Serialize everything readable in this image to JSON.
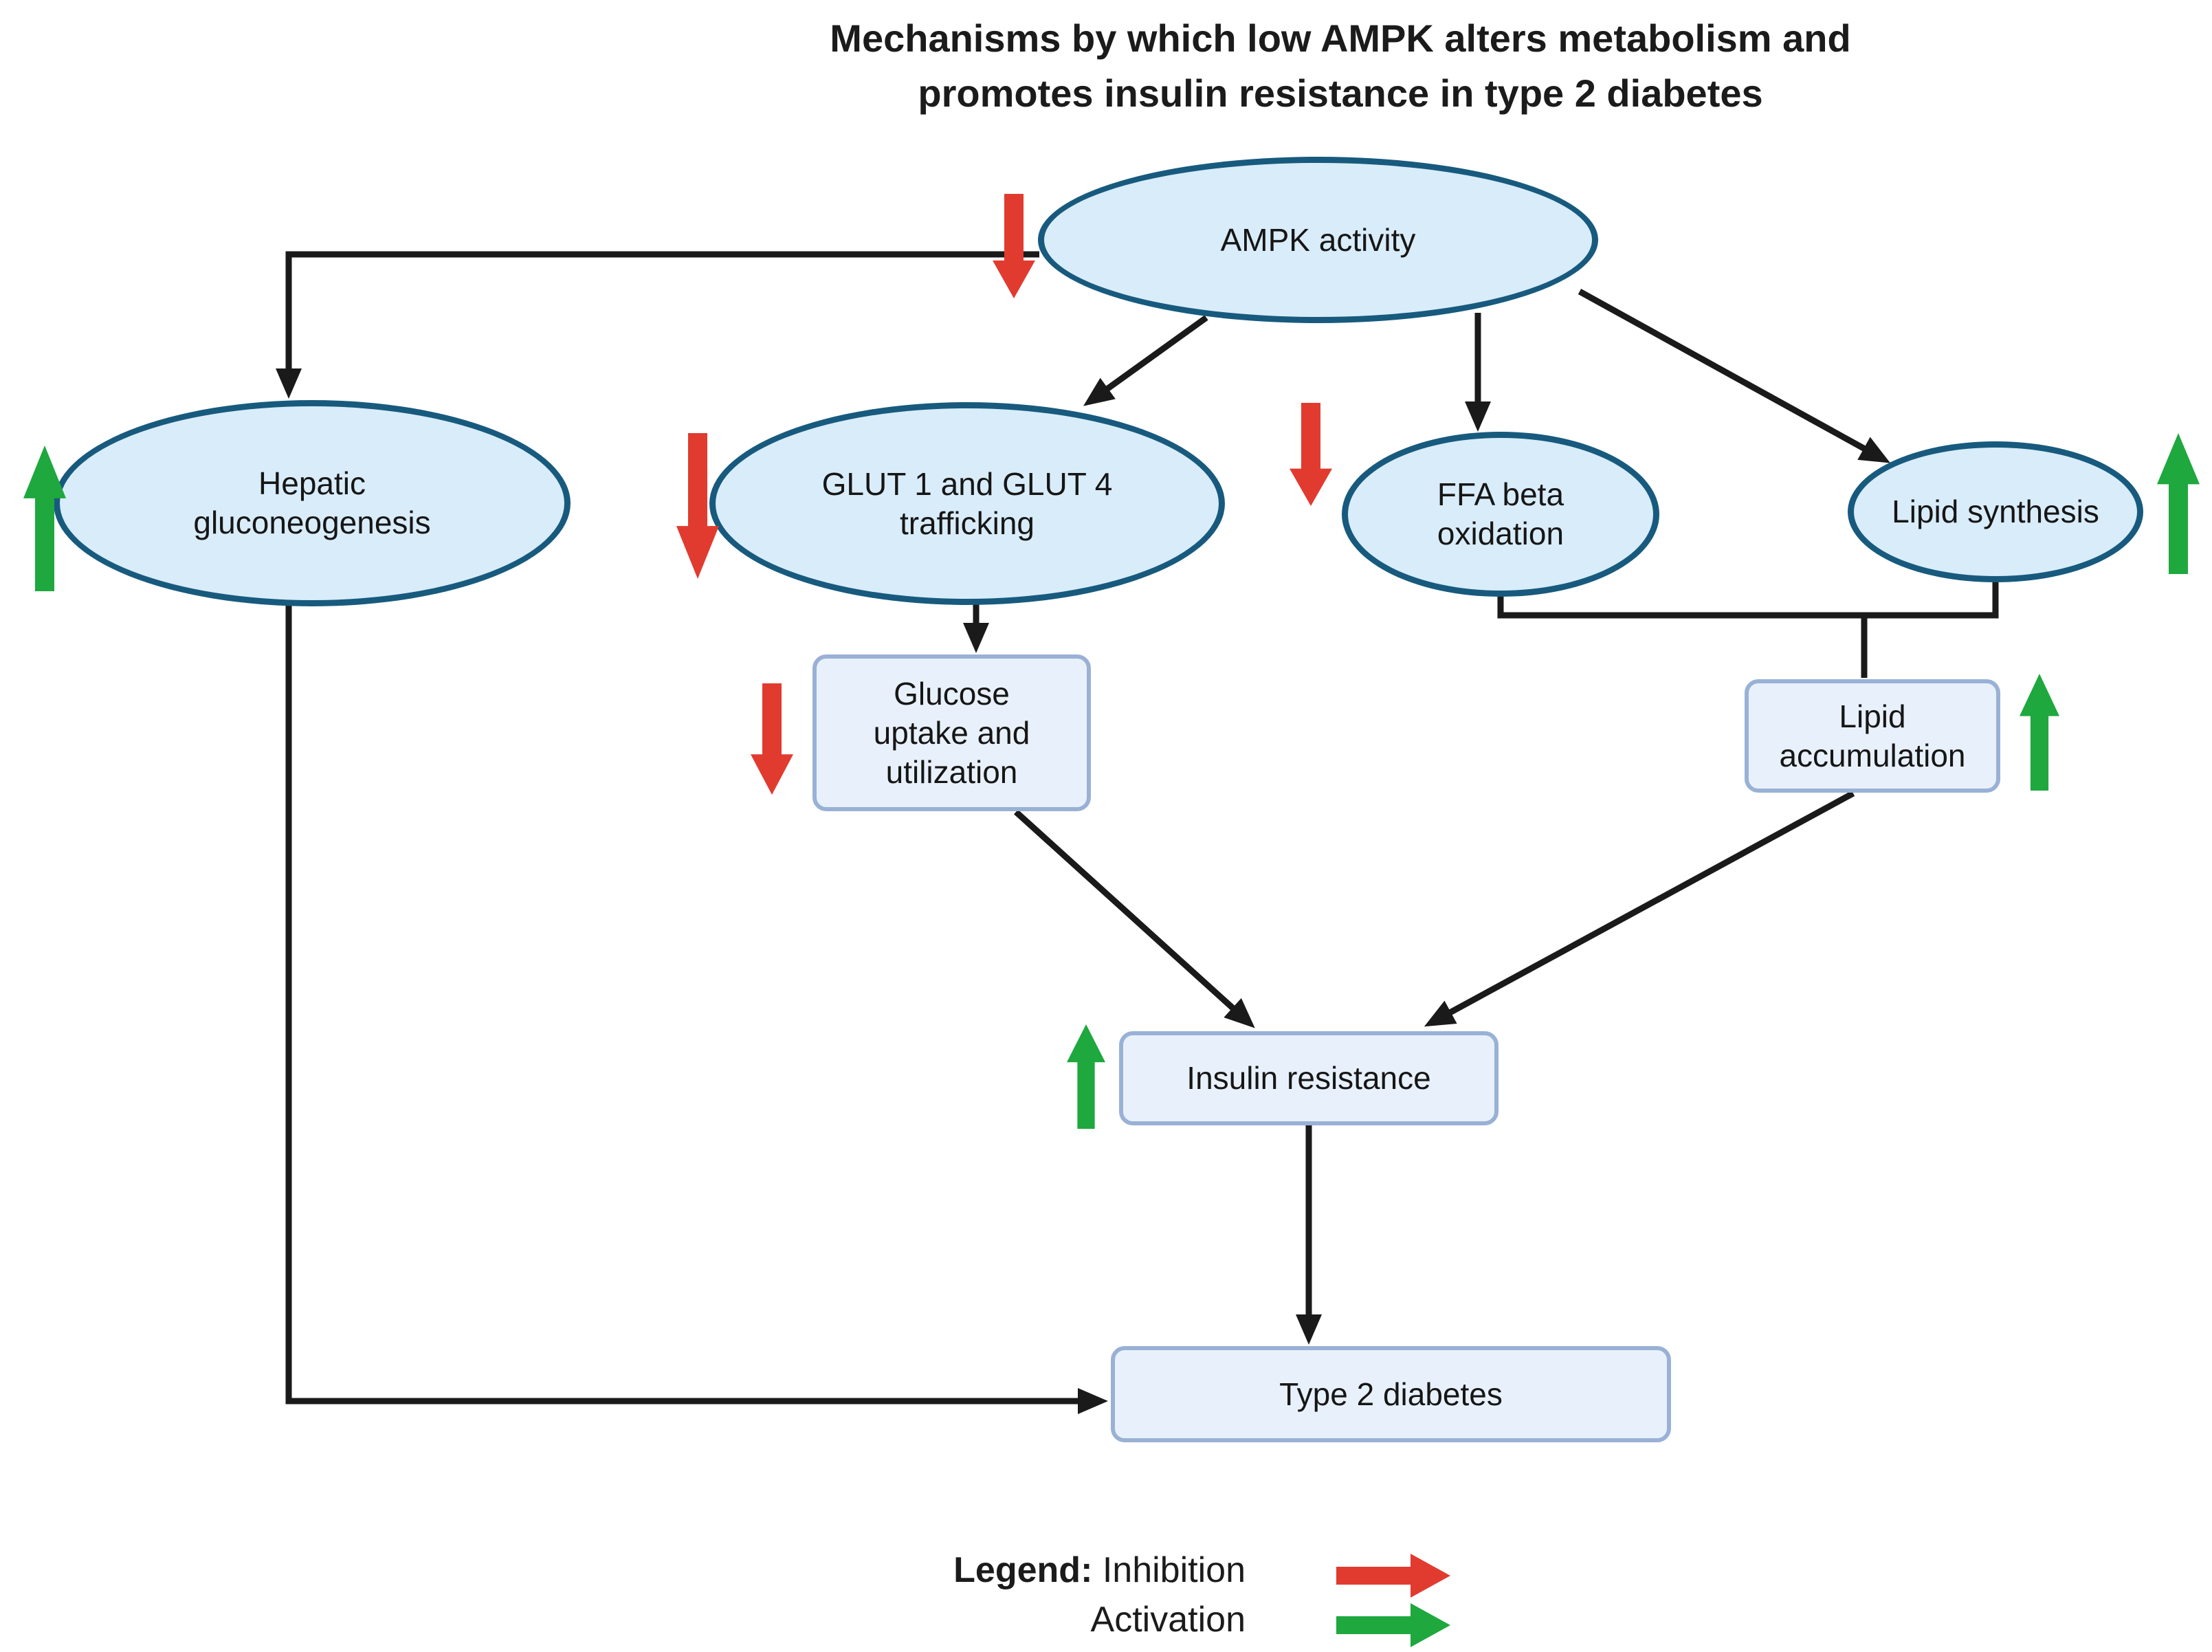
{
  "title": {
    "text": "Mechanisms by which low AMPK alters metabolism and\npromotes insulin resistance in type 2 diabetes"
  },
  "colors": {
    "node_fill": "#d9ecf9",
    "node_border": "#175a7e",
    "box_fill": "#e8f1fb",
    "box_border": "#9ab1d6",
    "inhibition": "#e13b30",
    "activation": "#1ea83e",
    "line": "#1a1a1a",
    "text": "#1b1b1b"
  },
  "nodes": {
    "ampk": {
      "label": "AMPK activity"
    },
    "hepatic": {
      "label": "Hepatic\ngluconeogenesis"
    },
    "glut": {
      "label": "GLUT 1 and GLUT 4\ntrafficking"
    },
    "ffa": {
      "label": "FFA beta\noxidation"
    },
    "lipid_synthesis": {
      "label": "Lipid synthesis"
    },
    "glucose_uptake": {
      "label": "Glucose\nuptake and\nutilization"
    },
    "lipid_accumulation": {
      "label": "Lipid\naccumulation"
    },
    "insulin_resistance": {
      "label": "Insulin resistance"
    },
    "type2_diabetes": {
      "label": "Type 2 diabetes"
    }
  },
  "legend": {
    "title": "Legend:",
    "inhibition": "Inhibition",
    "activation": "Activation"
  }
}
